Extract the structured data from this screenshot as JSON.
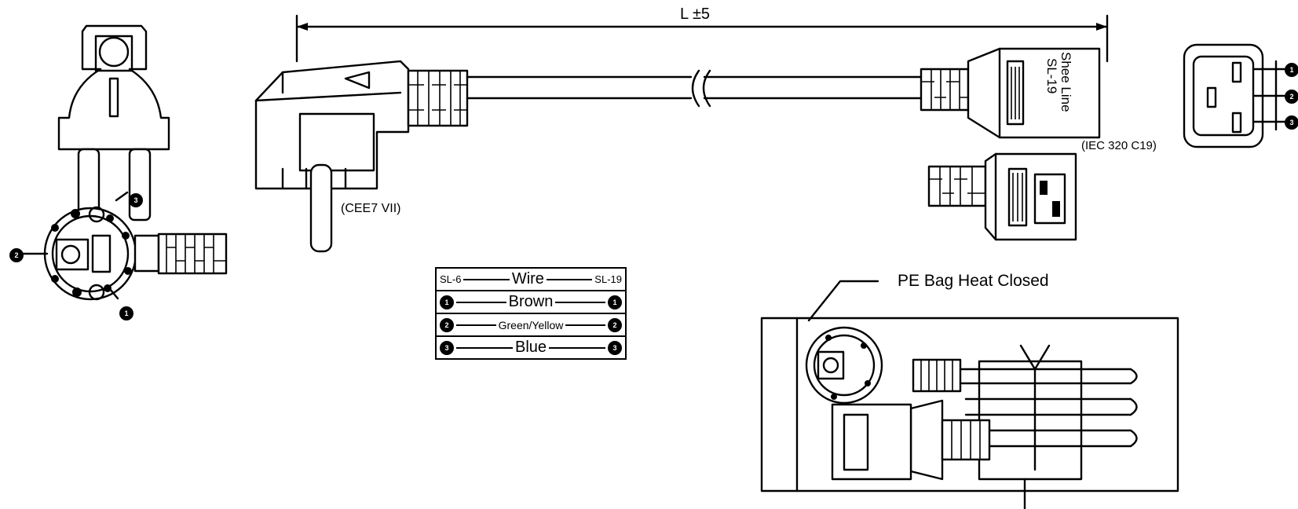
{
  "dimension": {
    "label": "L ±5"
  },
  "plug_label": "(CEE7 VII)",
  "connector": {
    "brand_line1": "Shee Line",
    "brand_line2": "SL-19",
    "type_label": "(IEC 320 C19)"
  },
  "wire_table": {
    "header": {
      "left": "SL-6",
      "center": "Wire",
      "right": "SL-19"
    },
    "rows": [
      {
        "left_pin": "1",
        "name": "Brown",
        "right_pin": "1"
      },
      {
        "left_pin": "2",
        "name": "Green/Yellow",
        "right_pin": "2"
      },
      {
        "left_pin": "3",
        "name": "Blue",
        "right_pin": "3"
      }
    ]
  },
  "pin_numbers": [
    "1",
    "2",
    "3"
  ],
  "package_label": "PE Bag Heat Closed"
}
